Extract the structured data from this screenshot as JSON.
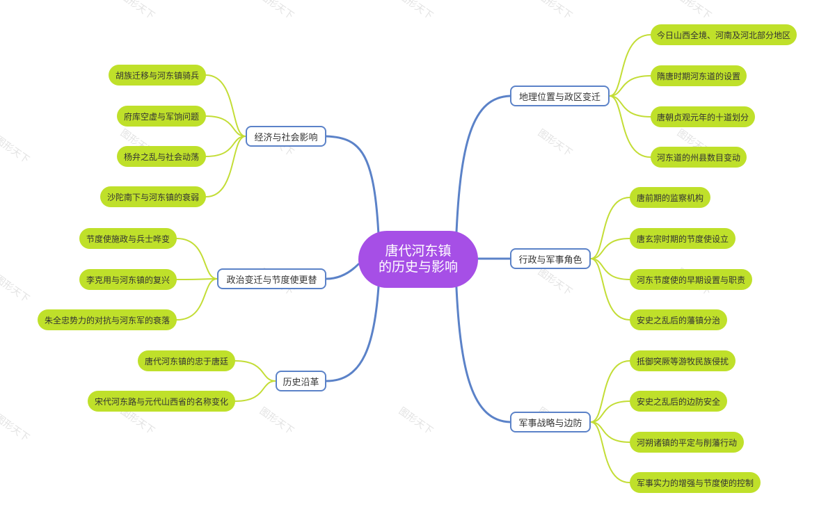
{
  "watermark": "图形天下",
  "colors": {
    "center": "#a64fe6",
    "branch_line": "#5b82c8",
    "leaf_line": "#c3dd36",
    "leaf_fill": "#bfe02a"
  },
  "root": {
    "label_line1": "唐代河东镇",
    "label_line2": "的历史与影响"
  },
  "right_branches": [
    {
      "label": "地理位置与政区变迁",
      "children": [
        "今日山西全境、河南及河北部分地区",
        "隋唐时期河东道的设置",
        "唐朝贞观元年的十道划分",
        "河东道的州县数目变动"
      ]
    },
    {
      "label": "行政与军事角色",
      "children": [
        "唐前期的监察机构",
        "唐玄宗时期的节度使设立",
        "河东节度使的早期设置与职责",
        "安史之乱后的藩镇分治"
      ]
    },
    {
      "label": "军事战略与边防",
      "children": [
        "抵御突厥等游牧民族侵扰",
        "安史之乱后的边防安全",
        "河朔诸镇的平定与削藩行动",
        "军事实力的增强与节度使的控制"
      ]
    }
  ],
  "left_branches": [
    {
      "label": "经济与社会影响",
      "children": [
        "胡族迁移与河东镇骑兵",
        "府库空虚与军饷问题",
        "杨弁之乱与社会动荡",
        "沙陀南下与河东镇的衰弱"
      ]
    },
    {
      "label": "政治变迁与节度使更替",
      "children": [
        "节度使施政与兵士哗变",
        "李克用与河东镇的复兴",
        "朱全忠势力的对抗与河东军的衰落"
      ]
    },
    {
      "label": "历史沿革",
      "children": [
        "唐代河东镇的忠于唐廷",
        "宋代河东路与元代山西省的名称变化"
      ]
    }
  ]
}
